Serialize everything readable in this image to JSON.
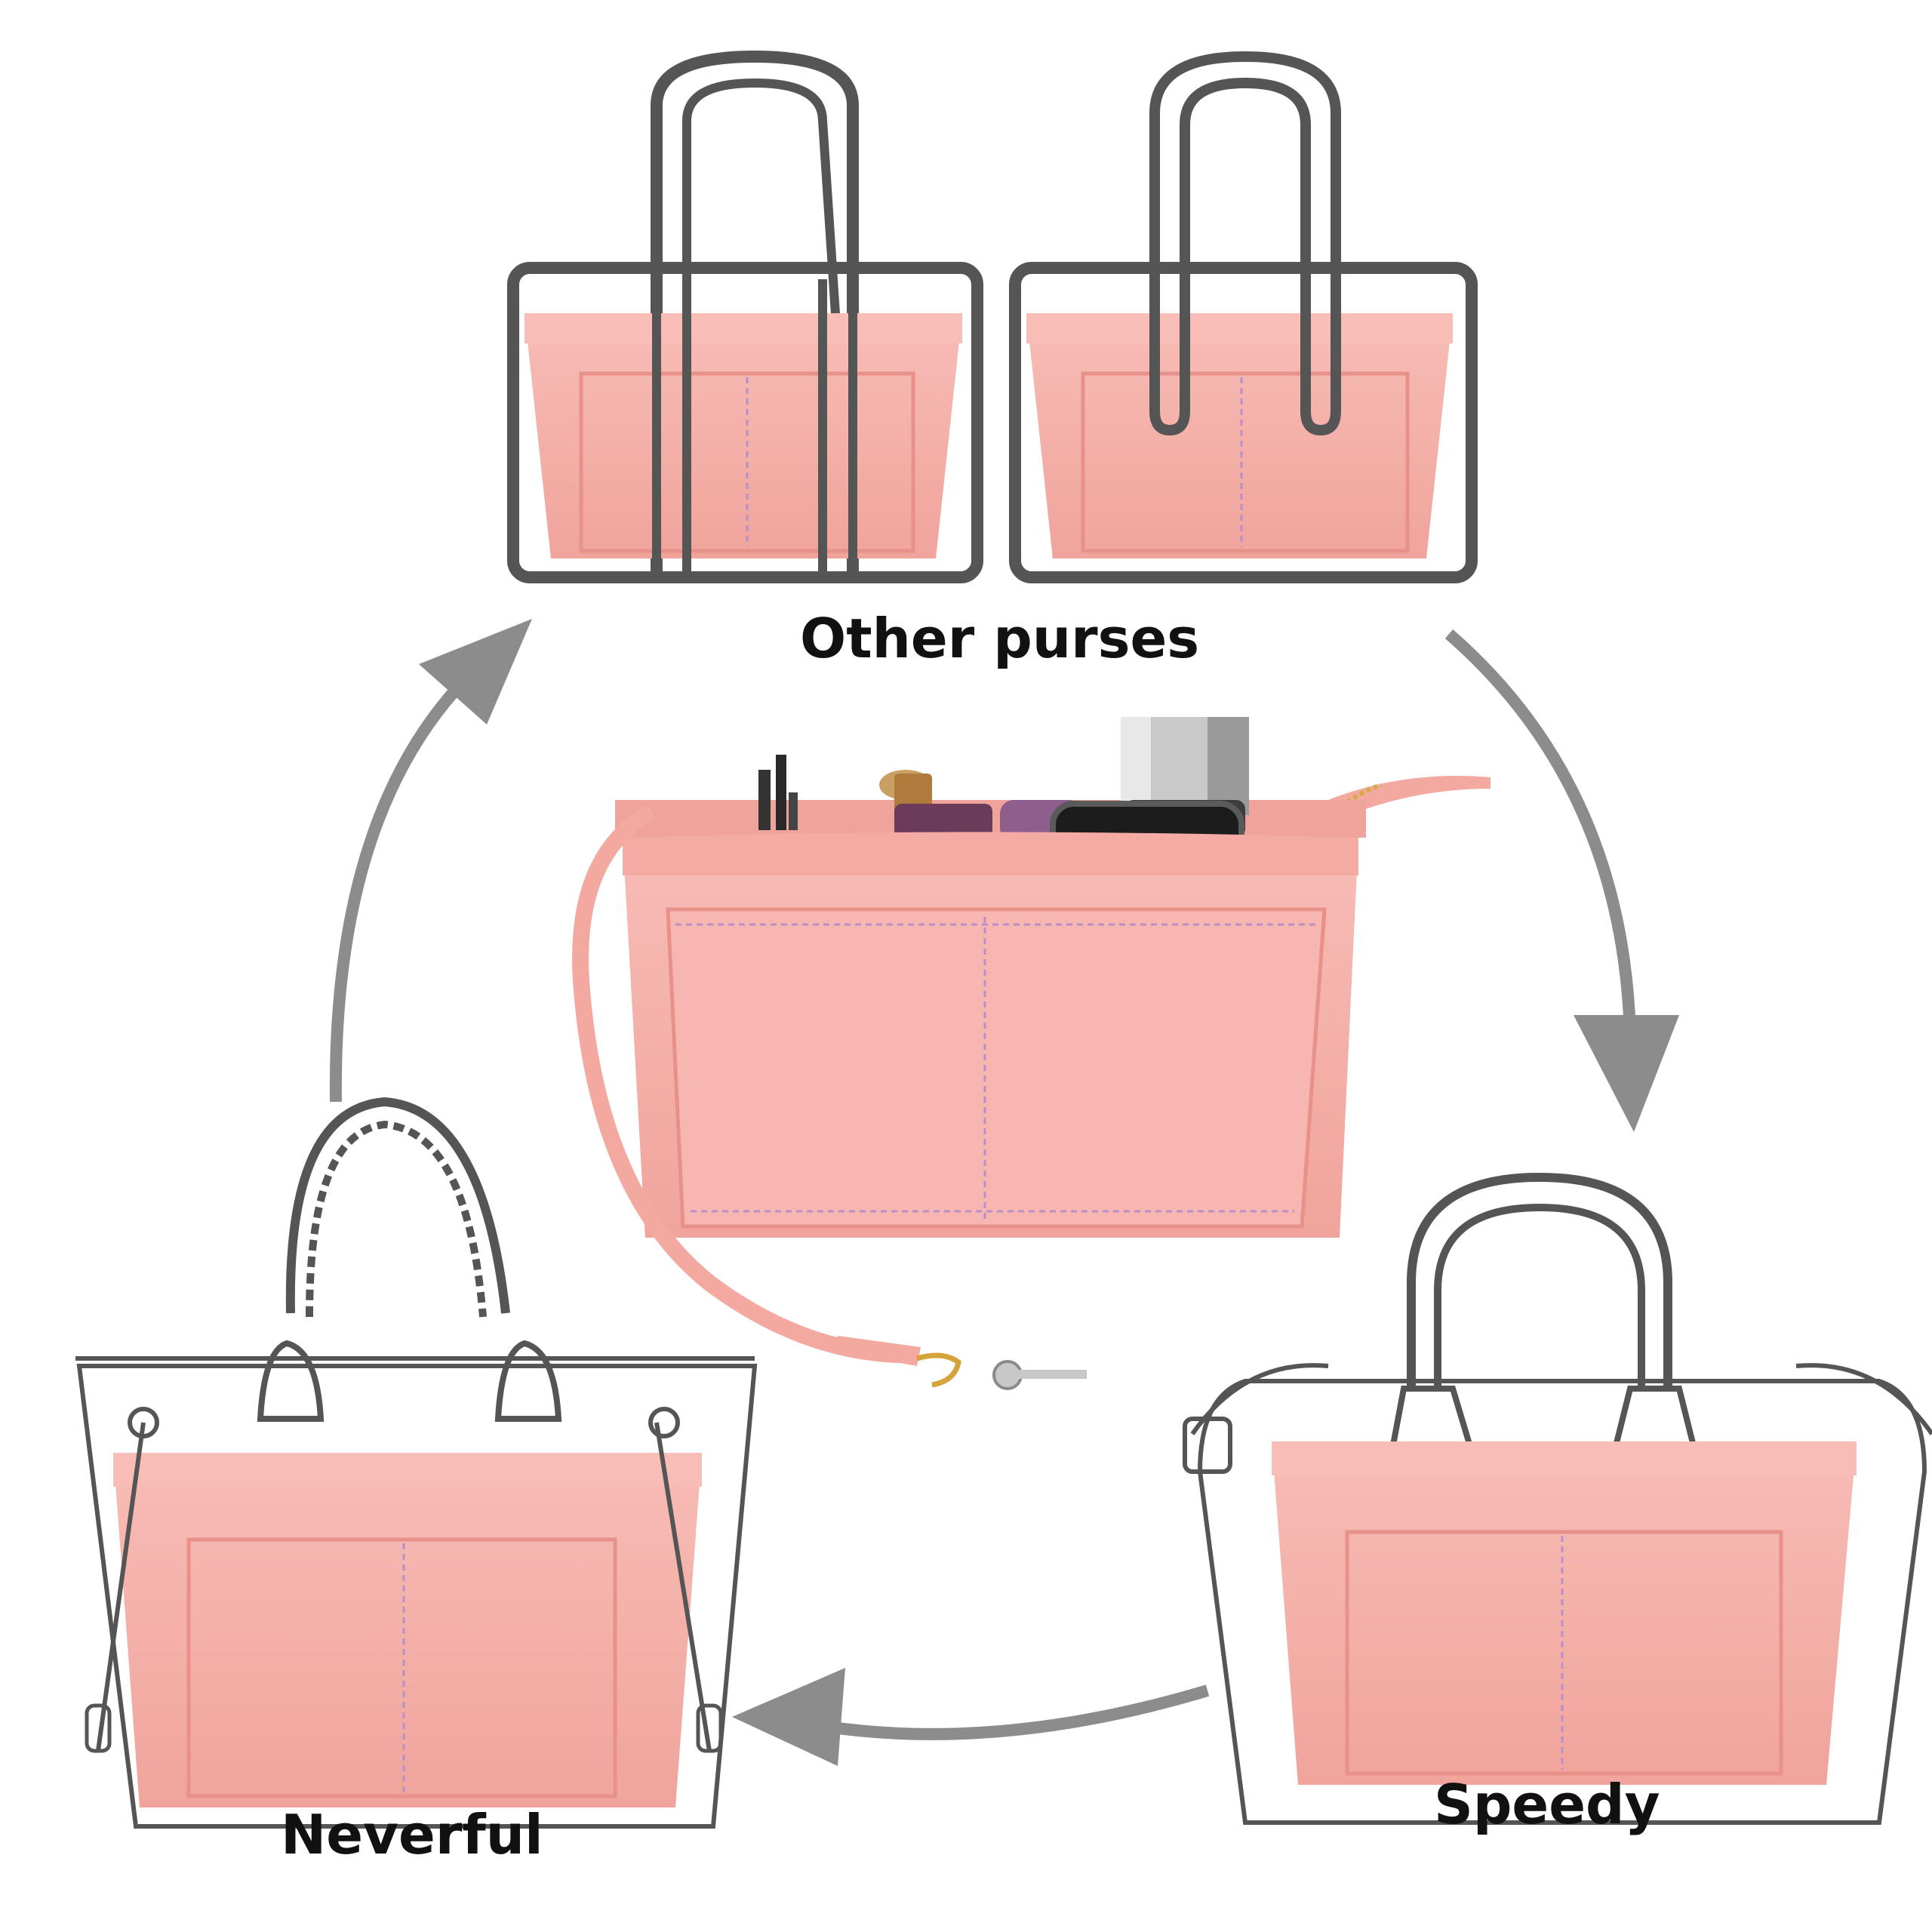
{
  "labels": {
    "other_purses": "Other purses",
    "neverful": "Neverful",
    "speedy": "Speedy"
  },
  "colors": {
    "insert_pink": "#F3A8A0",
    "insert_pink_light": "#F7BDB6",
    "insert_pink_dark": "#E8918A",
    "stitch": "#B98FC9",
    "outline": "#555555",
    "arrow": "#8C8C8C",
    "text": "#111111",
    "background": "#FFFFFF"
  },
  "icons": {
    "arrow": "curved-arrow-icon",
    "bag": "handbag-outline-icon",
    "insert": "felt-organizer-insert-icon"
  }
}
